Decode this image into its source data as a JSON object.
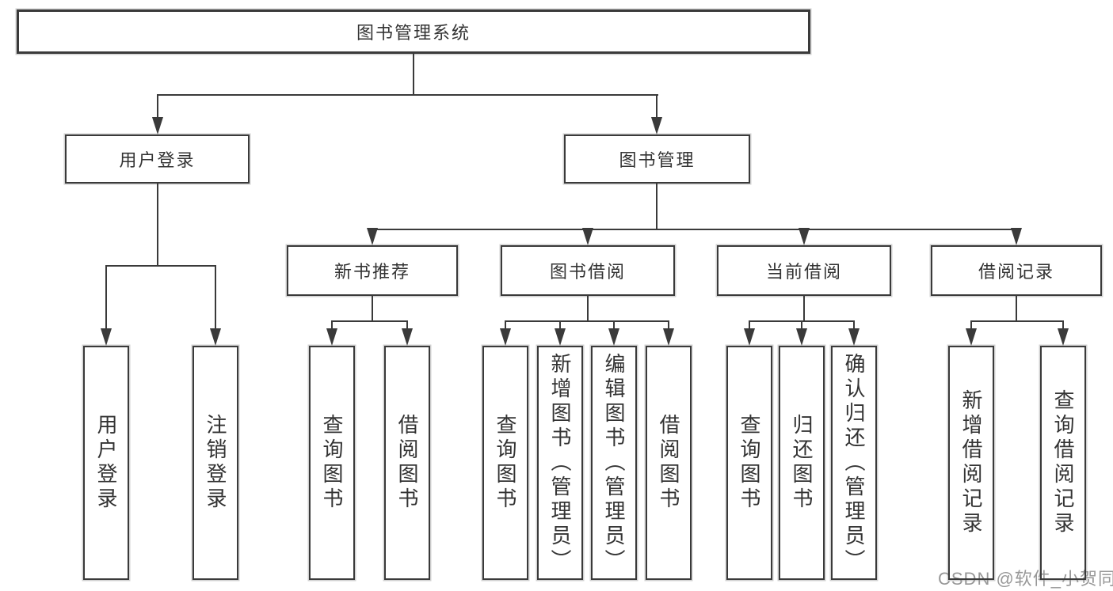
{
  "title": "图书管理系统",
  "colors": {
    "line": "#3a3a3a",
    "text": "#333333",
    "watermark": "#8f8f8f",
    "background": "#ffffff"
  },
  "nodes": {
    "root": "图书管理系统",
    "l2": [
      "用户登录",
      "图书管理"
    ],
    "l3": [
      "新书推荐",
      "图书借阅",
      "当前借阅",
      "借阅记录"
    ],
    "leaf": [
      "用户登录",
      "注销登录",
      "查询图书",
      "借阅图书",
      "查询图书",
      "新增图书（管理员）",
      "编辑图书（管理员）",
      "借阅图书",
      "查询图书",
      "归还图书",
      "确认归还（管理员）",
      "新增借阅记录",
      "查询借阅记录"
    ]
  },
  "hierarchy": {
    "图书管理系统": {
      "用户登录": [
        "用户登录",
        "注销登录"
      ],
      "图书管理": {
        "新书推荐": [
          "查询图书",
          "借阅图书"
        ],
        "图书借阅": [
          "查询图书",
          "新增图书（管理员）",
          "编辑图书（管理员）",
          "借阅图书"
        ],
        "当前借阅": [
          "查询图书",
          "归还图书",
          "确认归还（管理员）"
        ],
        "借阅记录": [
          "新增借阅记录",
          "查询借阅记录"
        ]
      }
    }
  },
  "watermark": "CSDN @软件_小贺同学"
}
